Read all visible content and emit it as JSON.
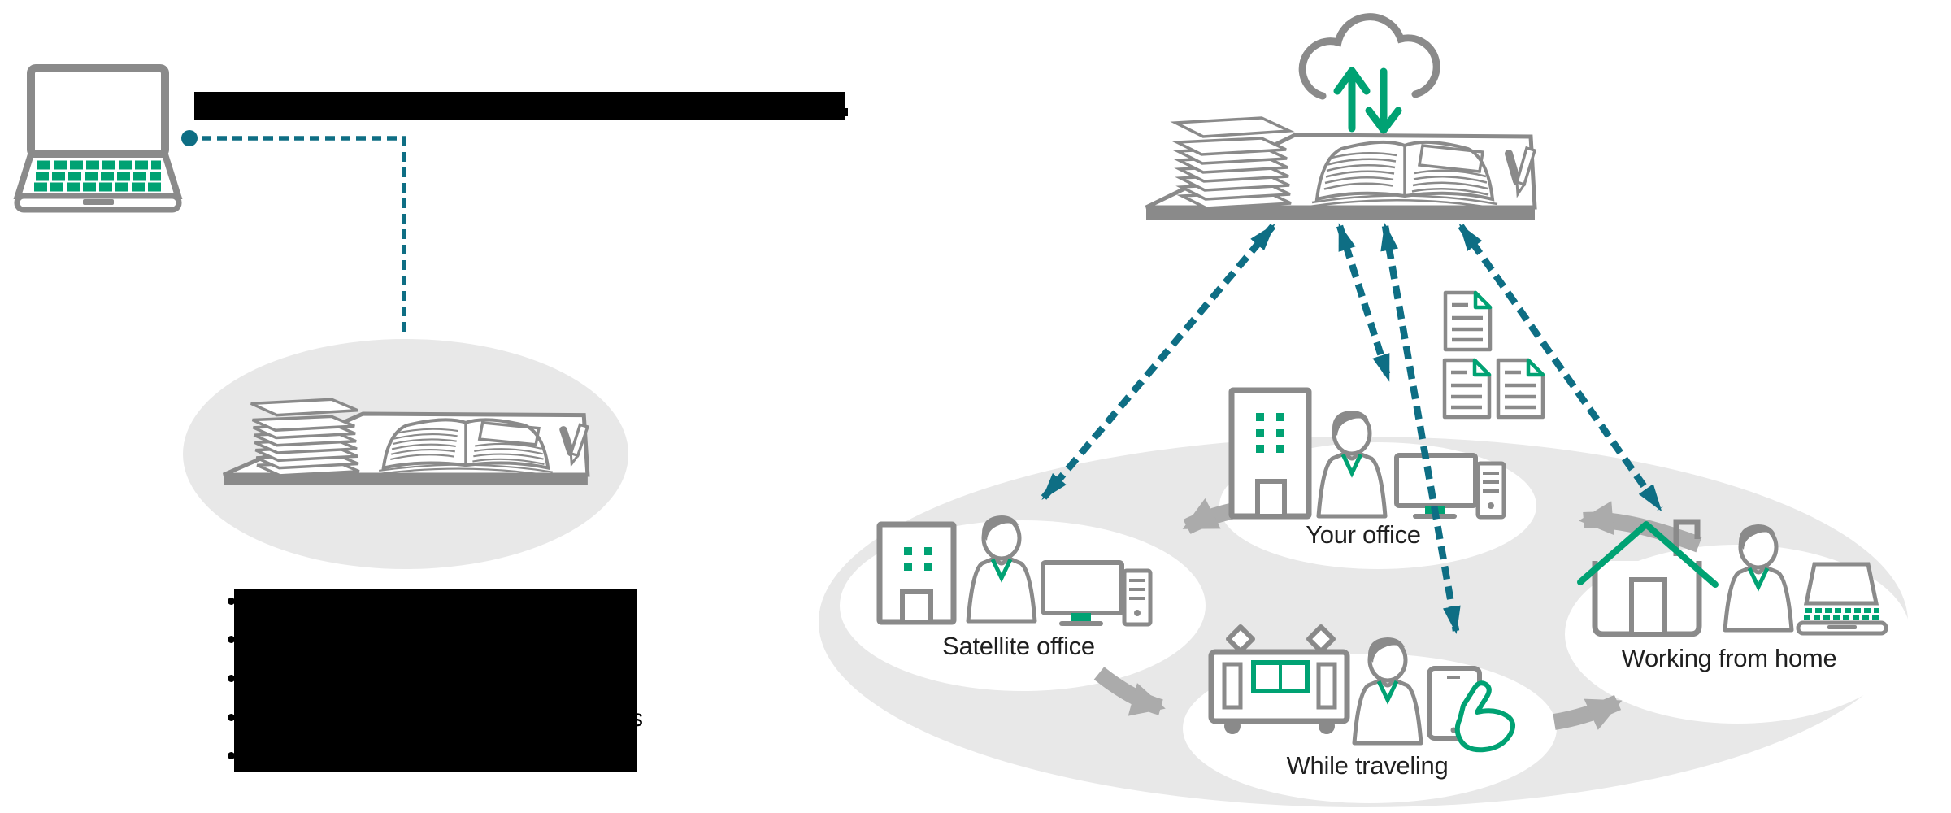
{
  "colors": {
    "teal": "#0e6e84",
    "green": "#00a273",
    "icon_gray": "#8a8a8a",
    "panel_gray": "#e8e8e8",
    "cycle_arrow_gray": "#ababab",
    "text": "#1f1f1f",
    "redaction": "#000000"
  },
  "left_panel": {
    "device": "laptop",
    "redacted_title": "",
    "desk": "shared-documents-desk",
    "redacted_list": {
      "bullets": 5,
      "visible_tail": "s"
    }
  },
  "right_panel": {
    "cloud": "cloud-upload-download",
    "hub": "shared-documents-desk",
    "documents_count": 3,
    "locations": {
      "your_office": {
        "label": "Your office"
      },
      "satellite_office": {
        "label": "Satellite office"
      },
      "while_traveling": {
        "label": "While traveling"
      },
      "working_from_home": {
        "label": "Working from home"
      }
    }
  }
}
